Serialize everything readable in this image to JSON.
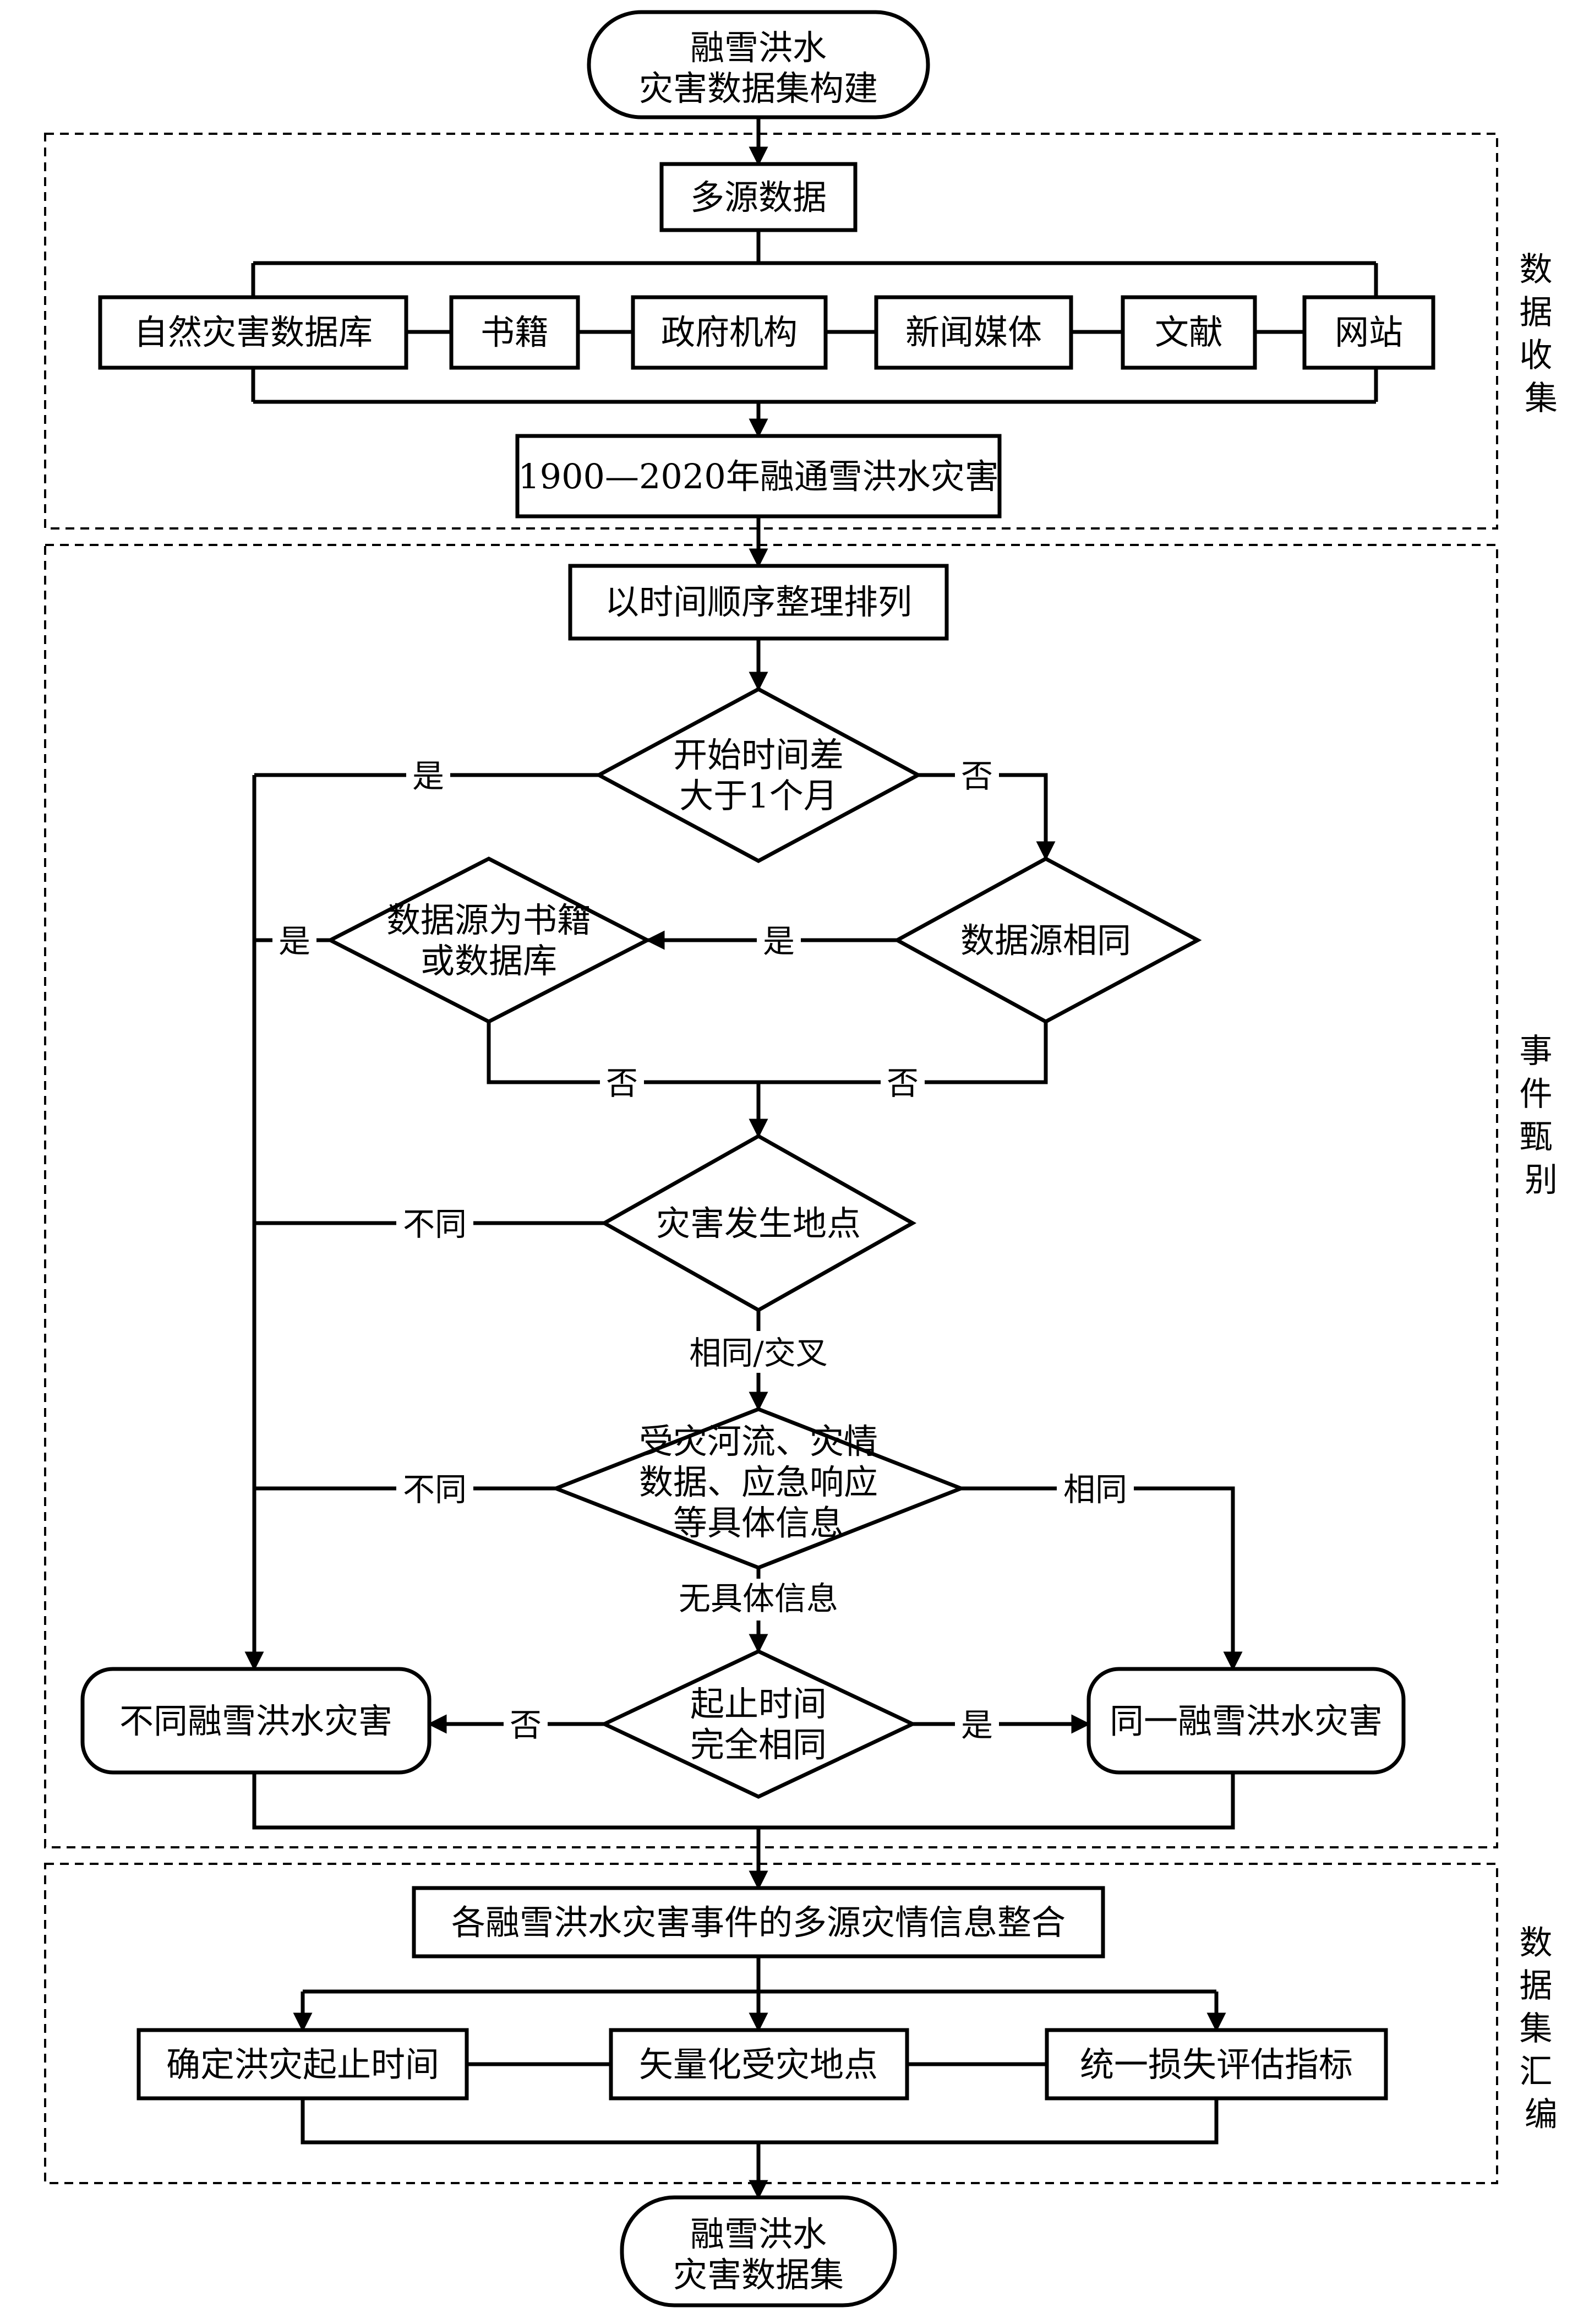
{
  "start": [
    "融雪洪水",
    "灾害数据集构建"
  ],
  "sections": {
    "collection": [
      "数",
      "据",
      "收",
      "集"
    ],
    "identification": [
      "事",
      "件",
      "甄",
      "别"
    ],
    "compilation": [
      "数",
      "据",
      "集",
      "汇",
      "编"
    ]
  },
  "collection": {
    "multi_source": "多源数据",
    "sources": [
      "自然灾害数据库",
      "书籍",
      "政府机构",
      "新闻媒体",
      "文献",
      "网站"
    ],
    "result": "1900—2020年融通雪洪水灾害"
  },
  "identification": {
    "sort": "以时间顺序整理排列",
    "d_time": [
      "开始时间差",
      "大于1个月"
    ],
    "d_same_source": "数据源相同",
    "d_book_db": [
      "数据源为书籍",
      "或数据库"
    ],
    "d_location": "灾害发生地点",
    "d_details": [
      "受灾河流、灾情",
      "数据、应急响应",
      "等具体信息"
    ],
    "d_period": [
      "起止时间",
      "完全相同"
    ],
    "out_different": "不同融雪洪水灾害",
    "out_same": "同一融雪洪水灾害",
    "labels": {
      "yes": "是",
      "no": "否",
      "different": "不同",
      "same": "相同",
      "same_cross": "相同/交叉",
      "no_details": "无具体信息"
    }
  },
  "compilation": {
    "integrate": "各融雪洪水灾害事件的多源灾情信息整合",
    "tasks": [
      "确定洪灾起止时间",
      "矢量化受灾地点",
      "统一损失评估指标"
    ]
  },
  "end": [
    "融雪洪水",
    "灾害数据集"
  ]
}
